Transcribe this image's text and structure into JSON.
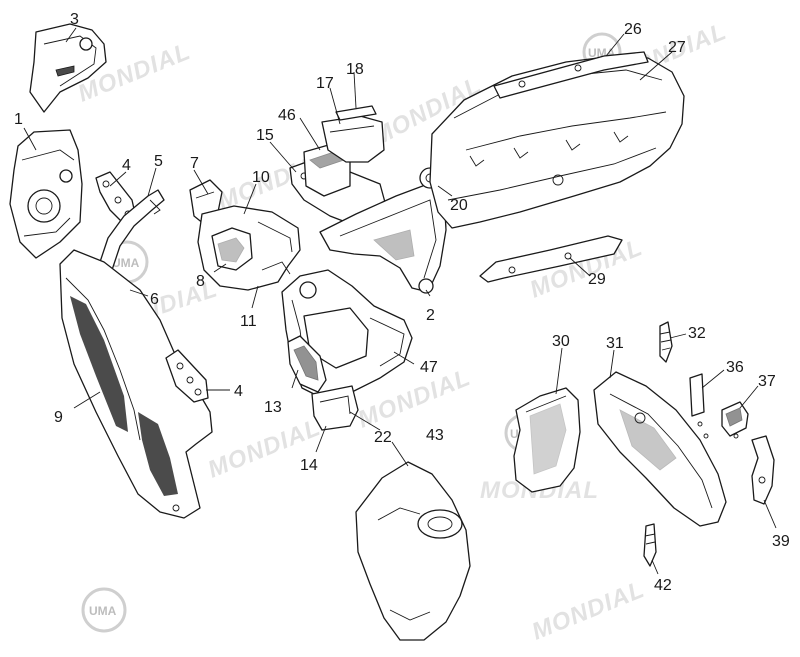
{
  "watermark": {
    "brand": "MONDIAL",
    "logo": "UMA"
  },
  "callouts": {
    "c1": "1",
    "c2": "2",
    "c3": "3",
    "c4a": "4",
    "c4b": "4",
    "c5": "5",
    "c6": "6",
    "c7": "7",
    "c8": "8",
    "c9": "9",
    "c10": "10",
    "c11": "11",
    "c13": "13",
    "c14": "14",
    "c15": "15",
    "c17": "17",
    "c18": "18",
    "c20": "20",
    "c22": "22",
    "c26": "26",
    "c27": "27",
    "c29": "29",
    "c30": "30",
    "c31": "31",
    "c32": "32",
    "c36": "36",
    "c37": "37",
    "c39": "39",
    "c42": "42",
    "c43": "43",
    "c46": "46",
    "c47": "47"
  },
  "colors": {
    "line": "#1a1a1a",
    "watermark": "#d9d9d9",
    "background": "#ffffff"
  }
}
